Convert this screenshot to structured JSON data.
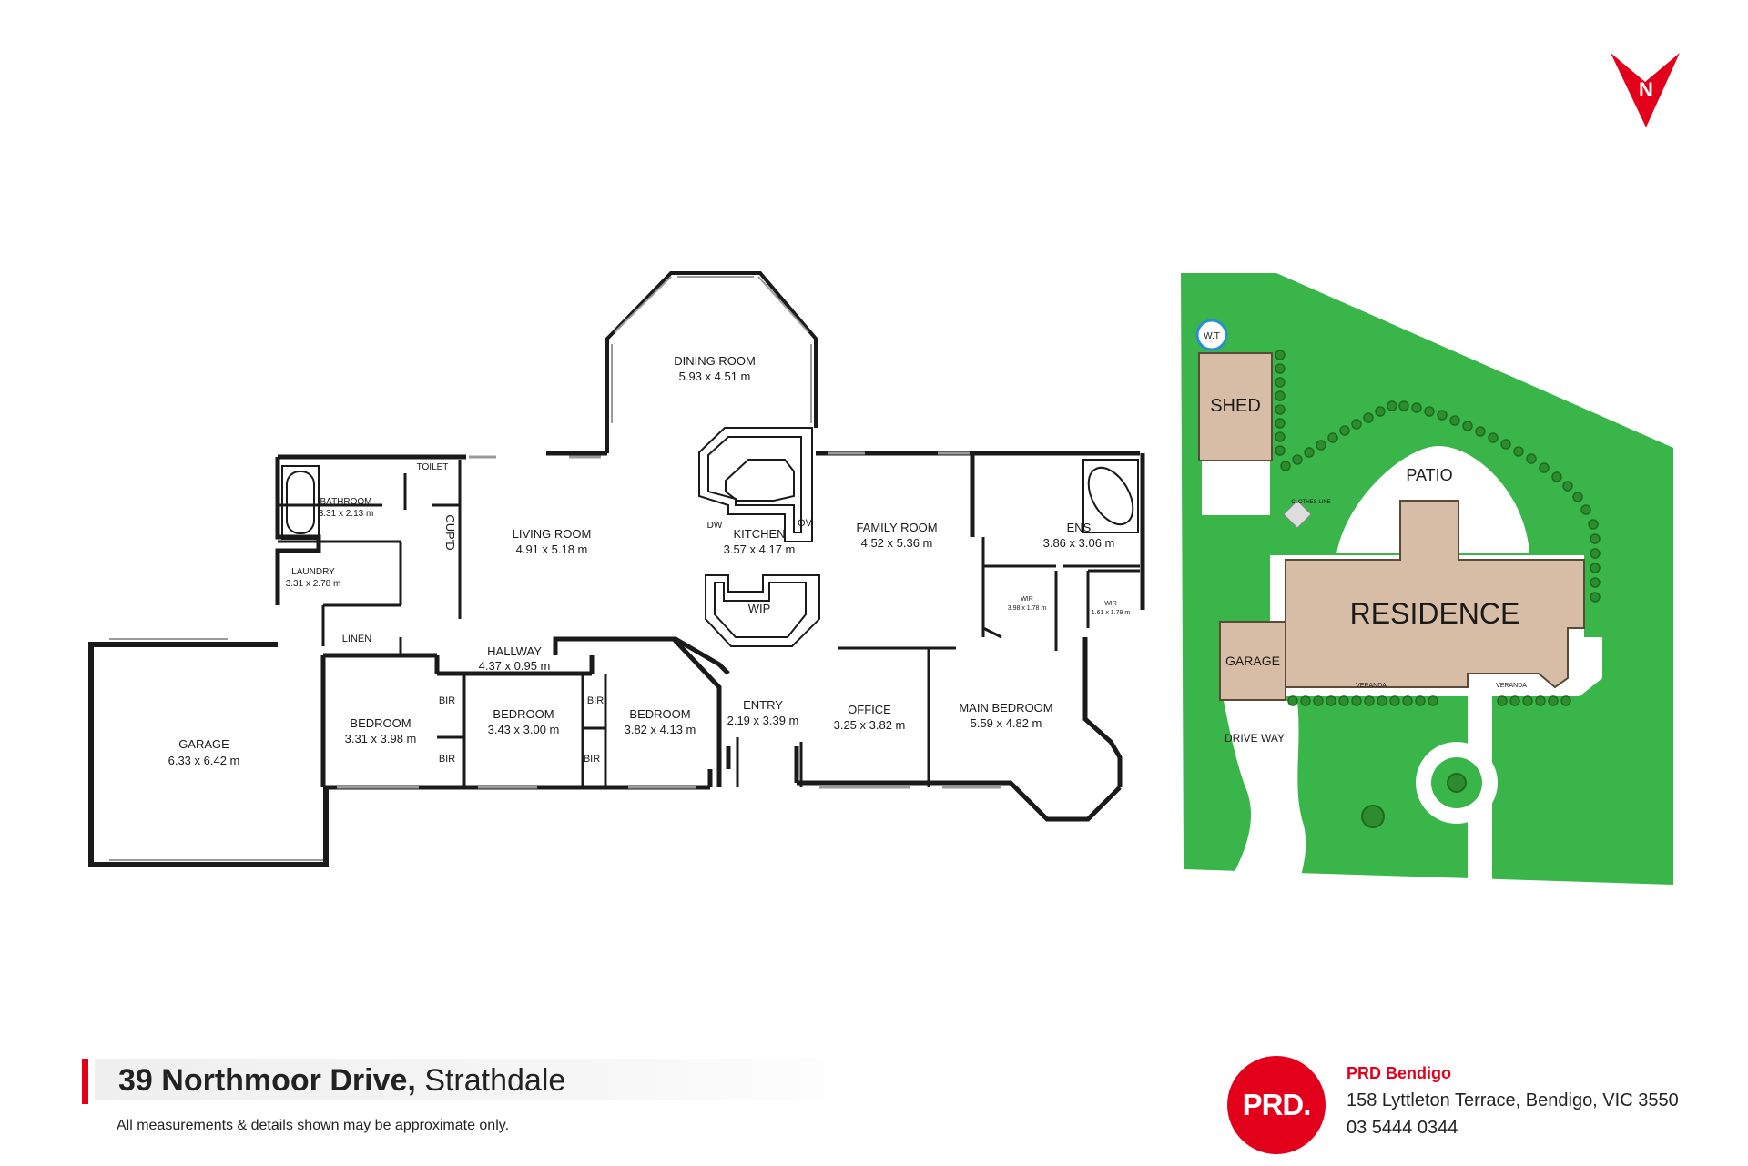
{
  "compass": {
    "label": "N",
    "color": "#e3001b"
  },
  "floorplan": {
    "rooms": {
      "dining": {
        "name": "DINING ROOM",
        "dims": "5.93 x 4.51 m"
      },
      "living": {
        "name": "LIVING ROOM",
        "dims": "4.91 x 5.18 m"
      },
      "kitchen": {
        "name": "KITCHEN",
        "dims": "3.57 x 4.17 m"
      },
      "family": {
        "name": "FAMILY ROOM",
        "dims": "4.52 x 5.36 m"
      },
      "ens": {
        "name": "ENS",
        "dims": "3.86 x 3.06 m"
      },
      "bathroom": {
        "name": "BATHROOM",
        "dims": "3.31 x 2.13 m"
      },
      "laundry": {
        "name": "LAUNDRY",
        "dims": "3.31 x 2.78 m"
      },
      "garage": {
        "name": "GARAGE",
        "dims": "6.33 x 6.42 m"
      },
      "hallway": {
        "name": "HALLWAY",
        "dims": "4.37 x 0.95 m"
      },
      "bedroom1": {
        "name": "BEDROOM",
        "dims": "3.31 x 3.98 m"
      },
      "bedroom2": {
        "name": "BEDROOM",
        "dims": "3.43 x 3.00 m"
      },
      "bedroom3": {
        "name": "BEDROOM",
        "dims": "3.82 x 4.13 m"
      },
      "entry": {
        "name": "ENTRY",
        "dims": "2.19 x 3.39 m"
      },
      "office": {
        "name": "OFFICE",
        "dims": "3.25 x 3.82 m"
      },
      "main_bedroom": {
        "name": "MAIN BEDROOM",
        "dims": "5.59 x 4.82 m"
      },
      "wir1": {
        "name": "WIR",
        "dims": "3.98 x 1.78 m"
      },
      "wir2": {
        "name": "WIR",
        "dims": "1.61 x 1.79 m"
      }
    },
    "small_labels": {
      "toilet": "TOILET",
      "cupd": "CUP'D",
      "linen": "LINEN",
      "wip": "WIP",
      "dw": "DW",
      "ov": "OV",
      "bir": "BIR"
    }
  },
  "siteplan": {
    "labels": {
      "wt": "W.T",
      "shed": "SHED",
      "patio": "PATIO",
      "clothes_line": "CLOTHES LINE",
      "residence": "RESIDENCE",
      "garage": "GARAGE",
      "veranda": "VERANDA",
      "driveway": "DRIVE WAY"
    },
    "colors": {
      "lawn": "#39b54a",
      "building": "#d8bda6",
      "hedge": "#2e8b2e"
    }
  },
  "footer": {
    "street": "39 Northmoor Drive,",
    "suburb": "Strathdale",
    "disclaimer": "All measurements & details shown may be approximate only.",
    "logo_text": "PRD.",
    "agency_name": "PRD Bendigo",
    "agency_address": "158 Lyttleton Terrace, Bendigo, VIC 3550",
    "agency_phone": "03 5444 0344",
    "accent": "#e3001b"
  }
}
